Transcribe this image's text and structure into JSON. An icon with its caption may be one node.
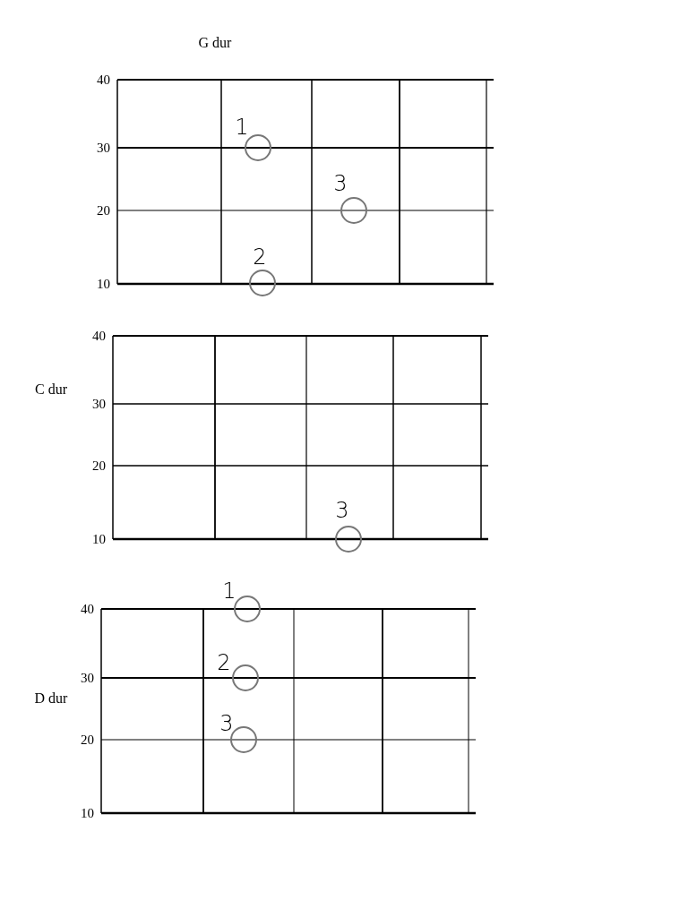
{
  "diagram": {
    "nodes": [
      {
        "text": [
          "G dur"
        ],
        "beside": [
          "40",
          "30",
          "20",
          "10"
        ]
      },
      {
        "text": [],
        "shape": "circle",
        "in": 0,
        "beside": [
          "1"
        ]
      },
      {
        "text": [],
        "shape": "circle",
        "in": 0,
        "beside": [
          "3"
        ]
      },
      {
        "text": [],
        "shape": "circle",
        "in": 0,
        "beside": [
          "2"
        ]
      },
      {
        "text": [
          "C dur"
        ],
        "beside": [
          "40",
          "30",
          "20",
          "10"
        ]
      },
      {
        "text": [],
        "shape": "circle",
        "in": 4,
        "beside": [
          "3"
        ]
      },
      {
        "text": [
          "D dur"
        ],
        "beside": [
          "40",
          "30",
          "20",
          "10"
        ]
      },
      {
        "text": [],
        "shape": "circle",
        "in": 6,
        "beside": [
          "1"
        ]
      },
      {
        "text": [],
        "shape": "circle",
        "in": 6,
        "beside": [
          "2"
        ]
      },
      {
        "text": [],
        "shape": "circle",
        "in": 6,
        "beside": [
          "3"
        ]
      }
    ]
  }
}
